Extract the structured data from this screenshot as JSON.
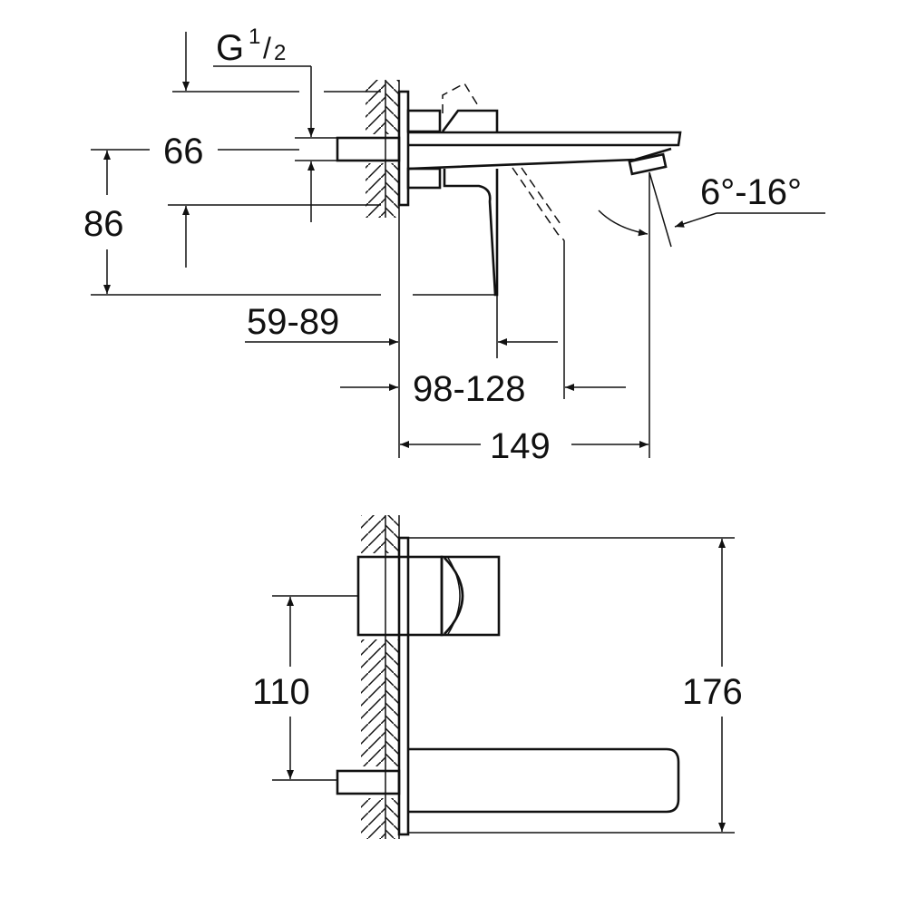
{
  "side_view": {
    "thread_label": "G",
    "thread_fraction_num": "1",
    "thread_fraction_den": "2",
    "dim_pipe_height": "66",
    "dim_total_height": "86",
    "dim_wall_depth": "59-89",
    "dim_lever_reach": "98-128",
    "dim_spout_projection": "149",
    "dim_angle": "6°-16°"
  },
  "front_view": {
    "dim_center_distance": "110",
    "dim_plate_height": "176"
  },
  "colors": {
    "line": "#111111",
    "background": "#ffffff"
  }
}
